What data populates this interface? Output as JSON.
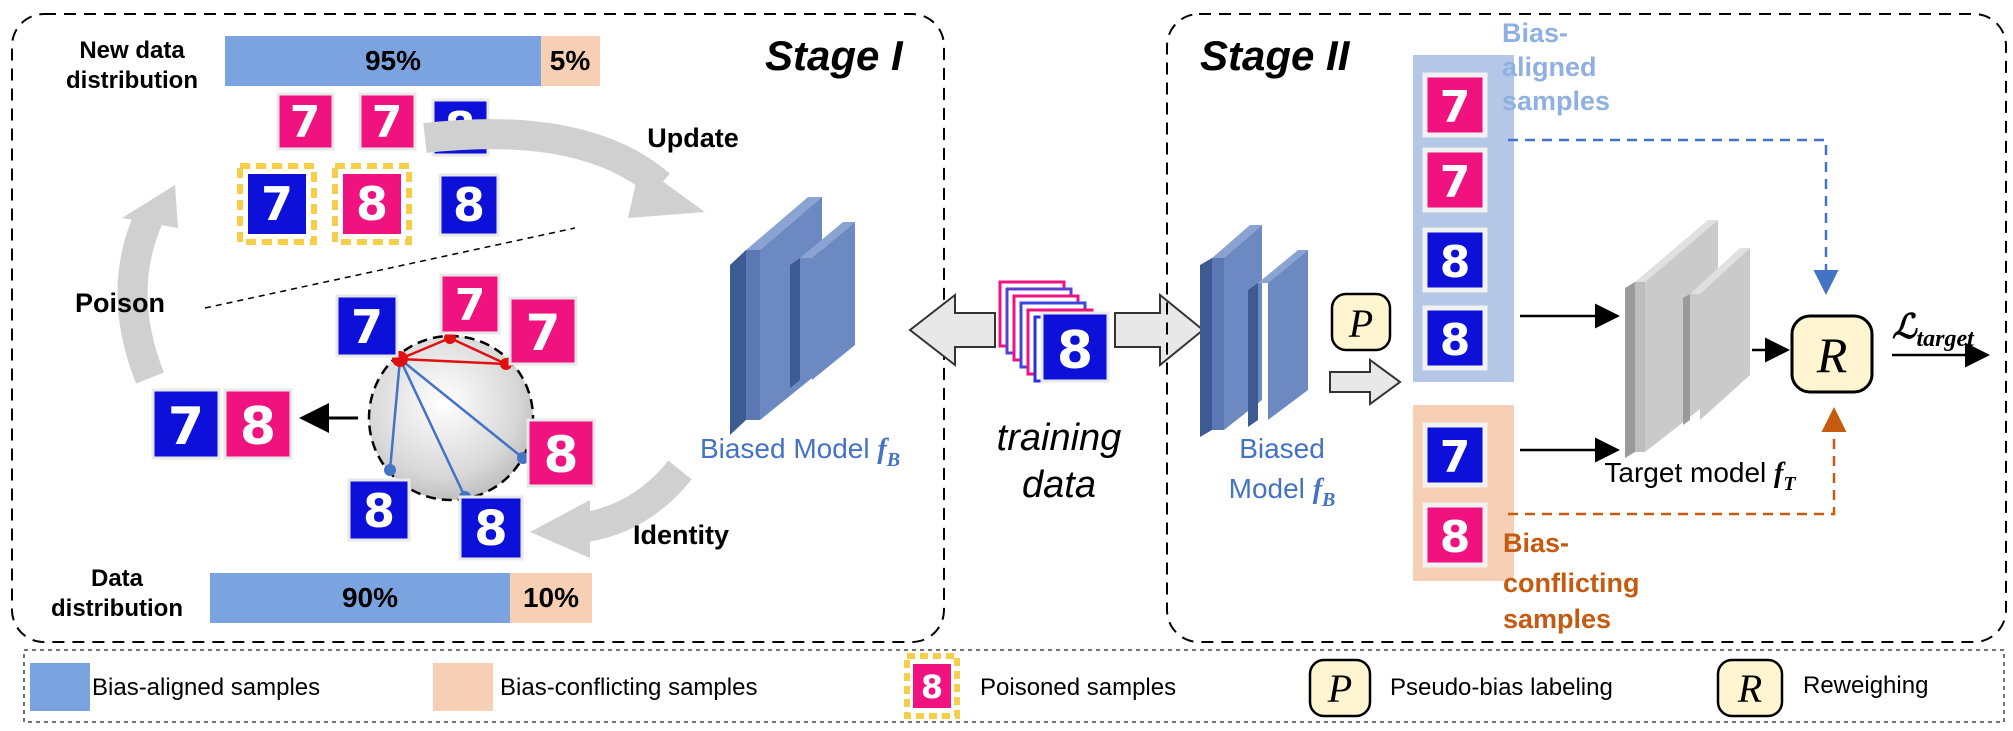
{
  "stage1": {
    "title": "Stage I",
    "new_dist_label_1": "New data",
    "new_dist_label_2": "distribution",
    "new_aligned_pct": "95%",
    "new_conflict_pct": "5%",
    "dist_label_1": "Data",
    "dist_label_2": "distribution",
    "aligned_pct": "90%",
    "conflict_pct": "10%",
    "update_label": "Update",
    "poison_label": "Poison",
    "identity_label": "Identity",
    "biased_model_label": "Biased Model ",
    "biased_model_symbol": "f",
    "biased_model_sub": "B"
  },
  "center": {
    "training_1": "training",
    "training_2": "data"
  },
  "stage2": {
    "title": "Stage II",
    "aligned_1": "Bias-",
    "aligned_2": "aligned",
    "aligned_3": "samples",
    "biased_1": "Biased",
    "biased_2": "Model ",
    "biased_symbol": "f",
    "biased_sub": "B",
    "pseudo_symbol": "P",
    "reweigh_symbol": "R",
    "target_label": "Target model ",
    "target_symbol": "f",
    "target_sub": "T",
    "loss_symbol": "ℒ",
    "loss_sub": "target",
    "conflict_1": "Bias-",
    "conflict_2": "conflicting",
    "conflict_3": "samples"
  },
  "legend": {
    "aligned": "Bias-aligned samples",
    "conflicting": "Bias-conflicting samples",
    "poisoned": "Poisoned samples",
    "pseudo": "Pseudo-bias labeling",
    "reweigh": "Reweighing",
    "poisoned_digit": "8",
    "pseudo_symbol": "P",
    "reweigh_symbol": "R"
  },
  "colors": {
    "aligned_bar": "#7ba3df",
    "conflict_bar": "#f6cfb4",
    "blue_digit_bg": "#0d10d8",
    "pink_digit_bg": "#f0137f",
    "model_blue": "#5b78b4",
    "accent_blue_text": "#4472c4",
    "accent_orange_text": "#c55a11",
    "poison_dash": "#f5cf4a"
  },
  "digits": {
    "new_row1": [
      "7",
      "7",
      "8"
    ],
    "new_row2": [
      "7",
      "8",
      "8"
    ],
    "circle": [
      "7",
      "7",
      "7",
      "8",
      "8",
      "8"
    ],
    "out": [
      "7",
      "8"
    ],
    "stack_front": "8",
    "s2_aligned": [
      "7",
      "7",
      "8",
      "8"
    ],
    "s2_conflict": [
      "7",
      "8"
    ]
  }
}
